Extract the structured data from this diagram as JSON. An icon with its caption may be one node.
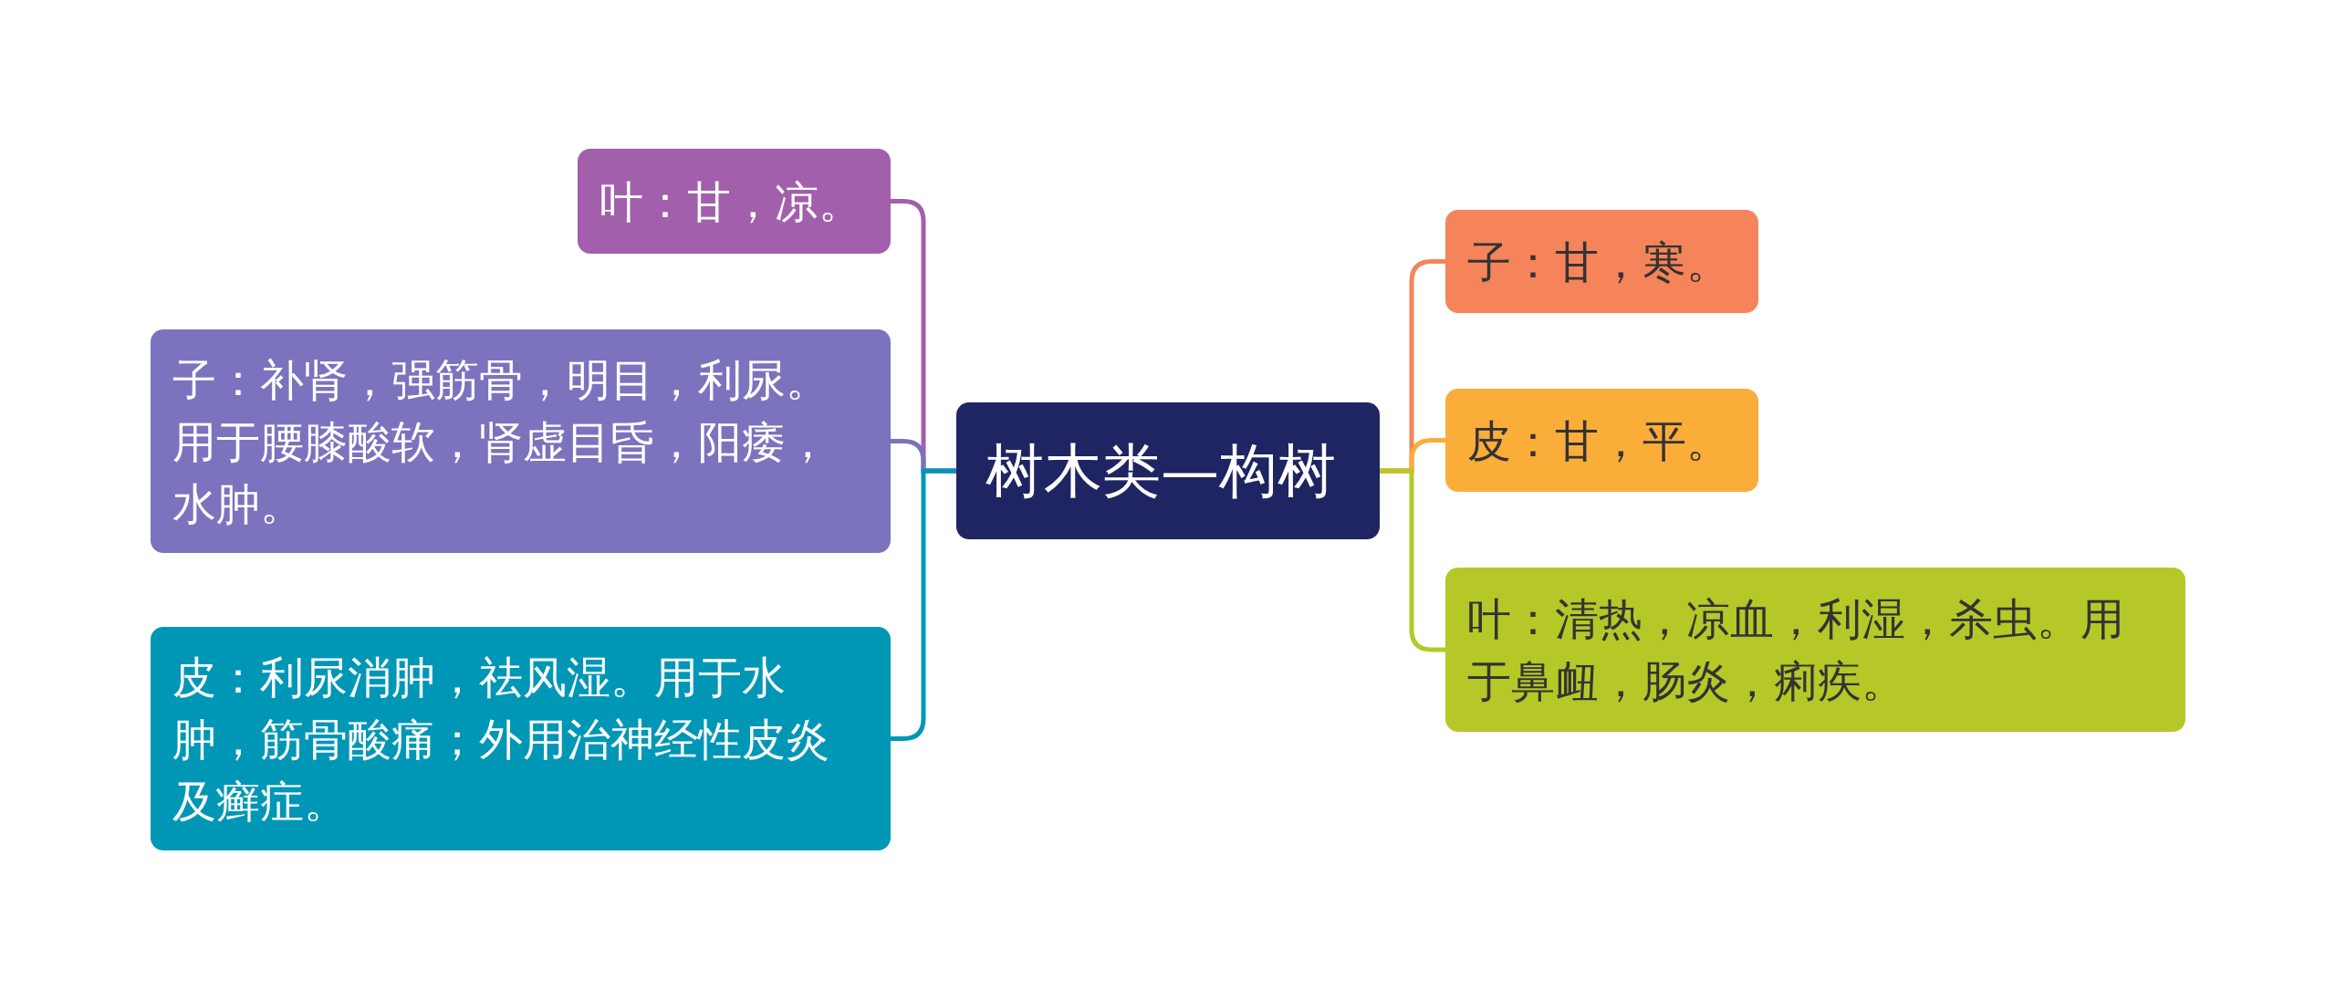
{
  "diagram": {
    "nodes": [
      {
        "text": [
          "树木类—构树"
        ]
      },
      {
        "text": [
          "叶：甘，凉。"
        ]
      },
      {
        "text": [
          "子：补肾，强筋骨，明目，利尿。用于腰膝酸软，肾虚目昏，阳痿，水肿。"
        ]
      },
      {
        "text": [
          "皮：利尿消肿，祛风湿。用于水肿，筋骨酸痛；外用治神经性皮炎及癣症。"
        ]
      },
      {
        "text": [
          "子：甘，寒。"
        ]
      },
      {
        "text": [
          "皮：甘，平。"
        ]
      },
      {
        "text": [
          "叶：清热，凉血，利湿，杀虫。用于鼻衄，肠炎，痢疾。"
        ]
      }
    ],
    "edges": [
      {
        "from": 0,
        "to": 1,
        "arrow": "none",
        "color": "#a25fab"
      },
      {
        "from": 0,
        "to": 2,
        "arrow": "none",
        "color": "#7b73be"
      },
      {
        "from": 0,
        "to": 3,
        "arrow": "none",
        "color": "#0097b7"
      },
      {
        "from": 0,
        "to": 4,
        "arrow": "none",
        "color": "#f6845a"
      },
      {
        "from": 0,
        "to": 5,
        "arrow": "none",
        "color": "#fbad3a"
      },
      {
        "from": 0,
        "to": 6,
        "arrow": "none",
        "color": "#b5c827"
      }
    ]
  }
}
